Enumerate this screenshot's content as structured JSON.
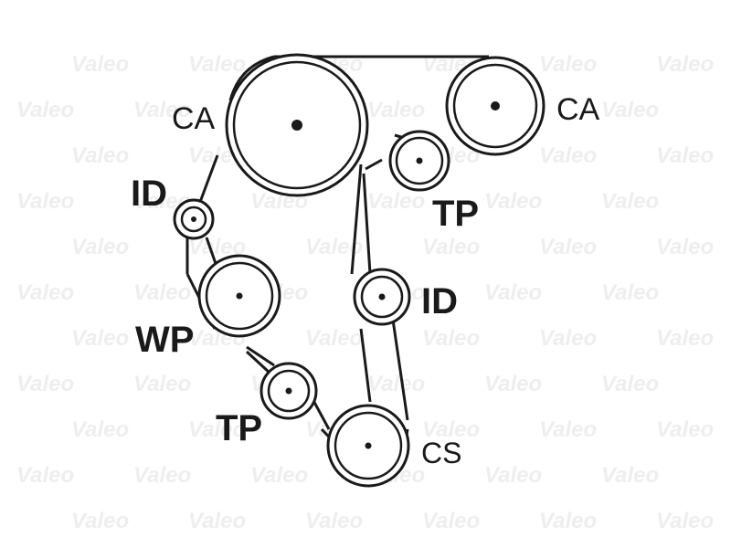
{
  "watermark": {
    "text": "Valeo",
    "color": "#e9e9e9"
  },
  "colors": {
    "line": "#1a1a1a",
    "background": "#ffffff"
  },
  "labels": {
    "ca_left": "CA",
    "ca_right": "CA",
    "id_top": "ID",
    "tp_right": "TP",
    "id_right": "ID",
    "wp": "WP",
    "tp_left": "TP",
    "cs": "CS"
  }
}
